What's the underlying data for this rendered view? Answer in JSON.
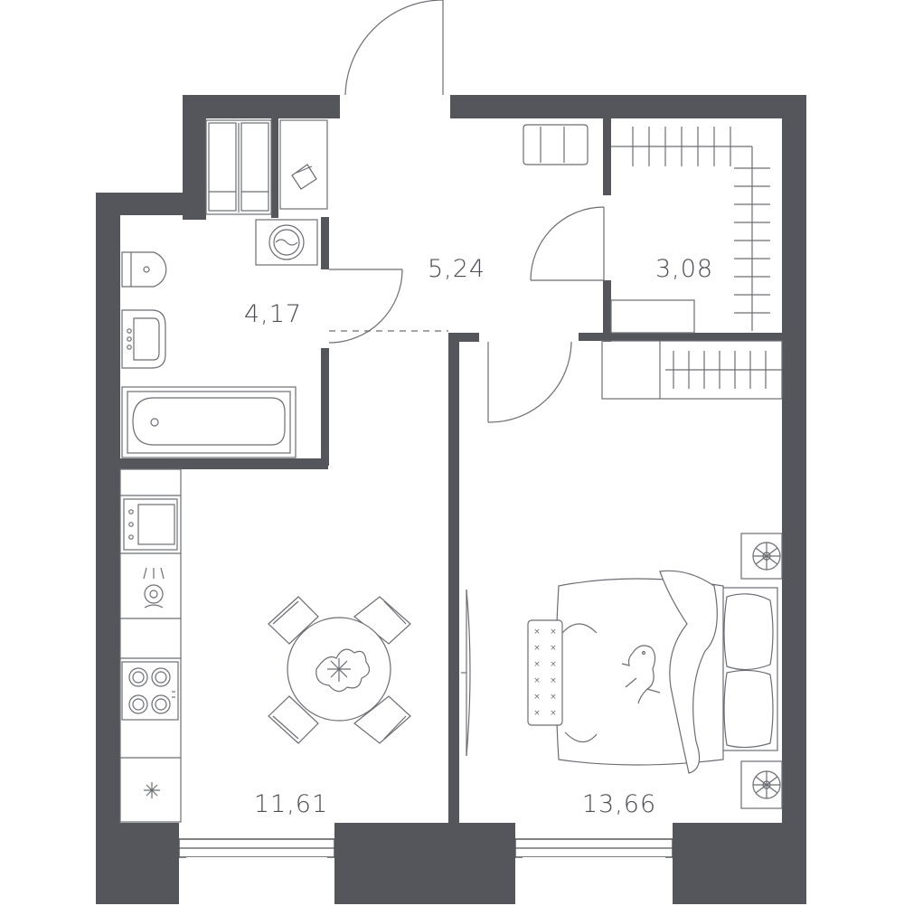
{
  "colors": {
    "wall": "#54565b",
    "line": "#6b6d72",
    "text": "#4b4d52",
    "background": "#ffffff"
  },
  "rooms": {
    "hall": {
      "area": "5,24"
    },
    "wardrobe": {
      "area": "3,08"
    },
    "bathroom": {
      "area": "4,17"
    },
    "kitchen": {
      "area": "11,61"
    },
    "bedroom": {
      "area": "13,66"
    }
  },
  "icons": [
    "toilet-icon",
    "washbasin-icon",
    "bathtub-icon",
    "washing-machine-icon",
    "sink-icon",
    "hood-icon",
    "cooktop-icon",
    "dining-table-icon",
    "double-bed-icon",
    "cat-icon",
    "nightstand-lamp-icon",
    "ottoman-icon",
    "wardrobe-rail-icon",
    "shoe-rack-icon"
  ]
}
